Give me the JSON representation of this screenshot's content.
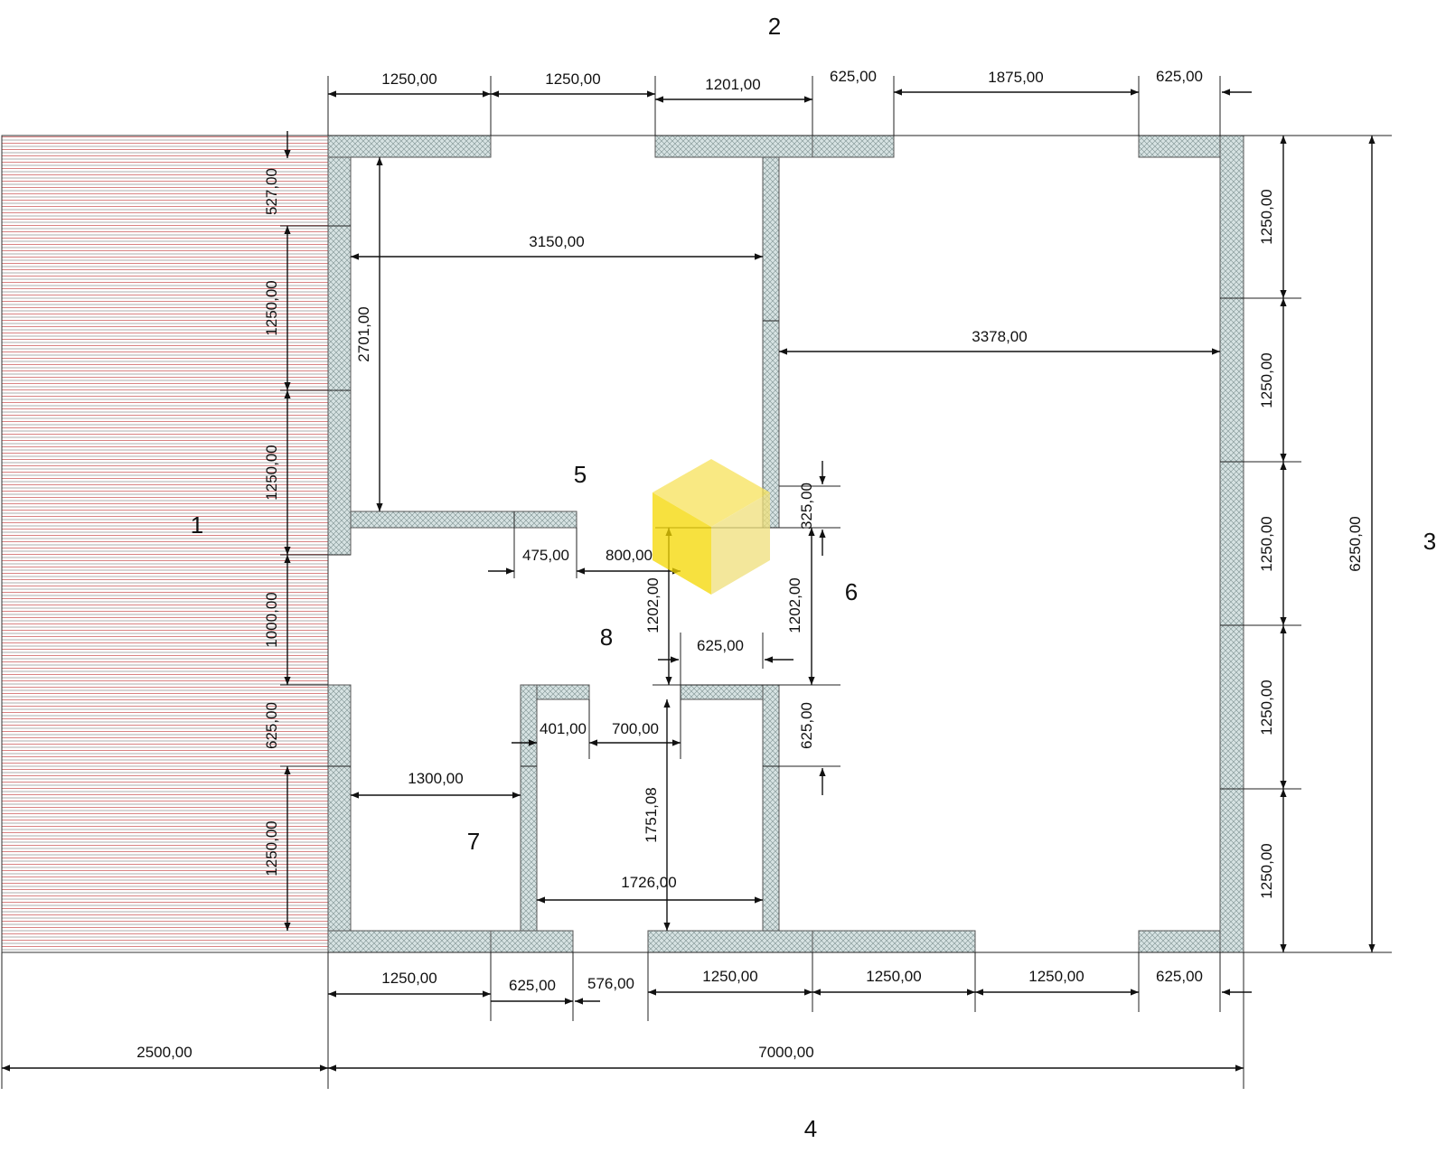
{
  "zones": {
    "z1": "1",
    "z2": "2",
    "z3": "3",
    "z4": "4",
    "z5": "5",
    "z6": "6",
    "z7": "7",
    "z8": "8"
  },
  "dimensions": {
    "top": [
      "1250,00",
      "1250,00",
      "1201,00",
      "625,00",
      "1875,00",
      "625,00"
    ],
    "bottom_row": [
      "1250,00",
      "625,00",
      "576,00",
      "1250,00",
      "1250,00",
      "1250,00",
      "625,00"
    ],
    "bottom_total": [
      "2500,00",
      "7000,00"
    ],
    "left": [
      "527,00",
      "1250,00",
      "1250,00",
      "1000,00",
      "625,00",
      "1250,00"
    ],
    "right": [
      "1250,00",
      "1250,00",
      "1250,00",
      "1250,00",
      "1250,00"
    ],
    "right_total": "6250,00",
    "interior": {
      "d3150": "3150,00",
      "d2701": "2701,00",
      "d3378": "3378,00",
      "d475": "475,00",
      "d800": "800,00",
      "d325": "325,00",
      "d1202a": "1202,00",
      "d1202b": "1202,00",
      "d625mid": "625,00",
      "d625v": "625,00",
      "d401": "401,00",
      "d700": "700,00",
      "d1300": "1300,00",
      "d1751": "1751,08",
      "d1726": "1726,00"
    }
  },
  "colors": {
    "terrace_lines": "#c03030",
    "wall_fill": "#c8d8d8",
    "logo": "#f5d800"
  },
  "icons": {
    "logo": "yellow-cube-logo"
  }
}
